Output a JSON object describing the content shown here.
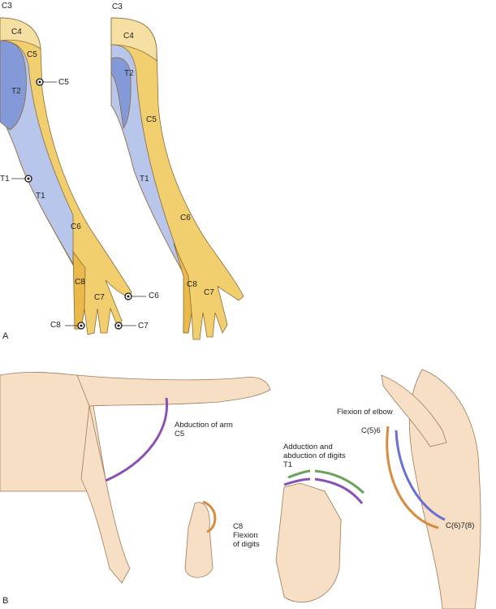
{
  "panel_a": {
    "letter": "A",
    "left_arm": {
      "labels": [
        "C3",
        "C4",
        "C5",
        "T2",
        "T1",
        "C6",
        "C8",
        "C7"
      ],
      "sensory_points": [
        "C5",
        "T1",
        "C6",
        "C8",
        "C7"
      ]
    },
    "right_arm": {
      "labels": [
        "C3",
        "C4",
        "T2",
        "C5",
        "T1",
        "C6",
        "C8",
        "C7"
      ]
    }
  },
  "panel_b": {
    "letter": "B",
    "captions": {
      "abduction_arm": "Abduction of arm",
      "abduction_arm_root": "C5",
      "flexion_digits_root": "C8",
      "flexion_digits_1": "Flexion",
      "flexion_digits_2": "of digits",
      "adduction_1": "Adduction and",
      "adduction_2": "abduction of digits",
      "adduction_root": "T1",
      "flexion_elbow": "Flexion of elbow",
      "elbow_root_1": "C(5)6",
      "elbow_root_2": "C(6)7(8)"
    }
  },
  "colors": {
    "yellow": "#f2cf6e",
    "dark_yellow": "#e9b94a",
    "light_yellow": "#f5dfa3",
    "blue": "#9fb1e0",
    "dark_blue": "#8499d8",
    "skin": "#f6dfc4",
    "purple": "#8a4fb3",
    "green": "#6aa25a",
    "orange": "#d98a3f",
    "violet_blue": "#6a6fd3"
  }
}
